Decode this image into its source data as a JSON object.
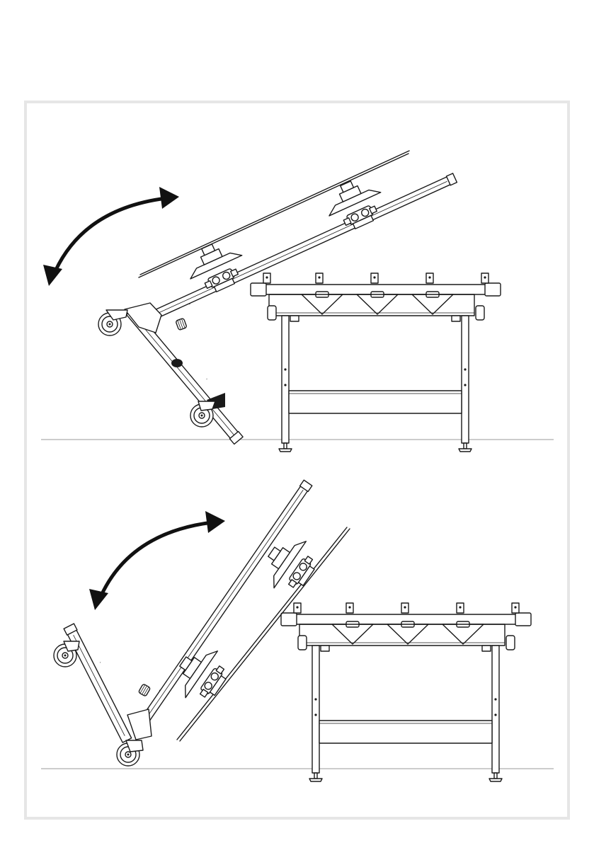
{
  "page": {
    "frame_color": "#e6e6e6",
    "line_color": "#1a1a1a",
    "ground_color": "#9a9a9a",
    "background": "#ffffff"
  },
  "figures": [
    {
      "id": "upper",
      "description_icon": "rotate-arrow-icon",
      "parts": [
        "panel-lifter",
        "lifted-panel",
        "workbench"
      ]
    },
    {
      "id": "lower",
      "description_icon": "rotate-arrow-icon",
      "parts": [
        "panel-lifter",
        "lifted-panel",
        "workbench"
      ]
    }
  ]
}
